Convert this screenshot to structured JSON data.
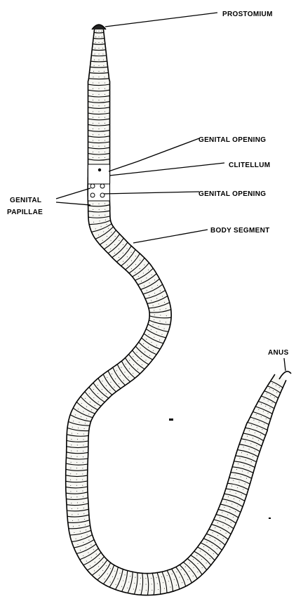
{
  "labels": {
    "prostomium": "PROSTOMIUM",
    "genital_opening_upper": "GENITAL OPENING",
    "clitellum": "CLITELLUM",
    "genital_opening_lower": "GENITAL OPENING",
    "genital_papillae_line1": "GENITAL",
    "genital_papillae_line2": "PAPILLAE",
    "body_segment": "BODY SEGMENT",
    "anus": "ANUS"
  }
}
